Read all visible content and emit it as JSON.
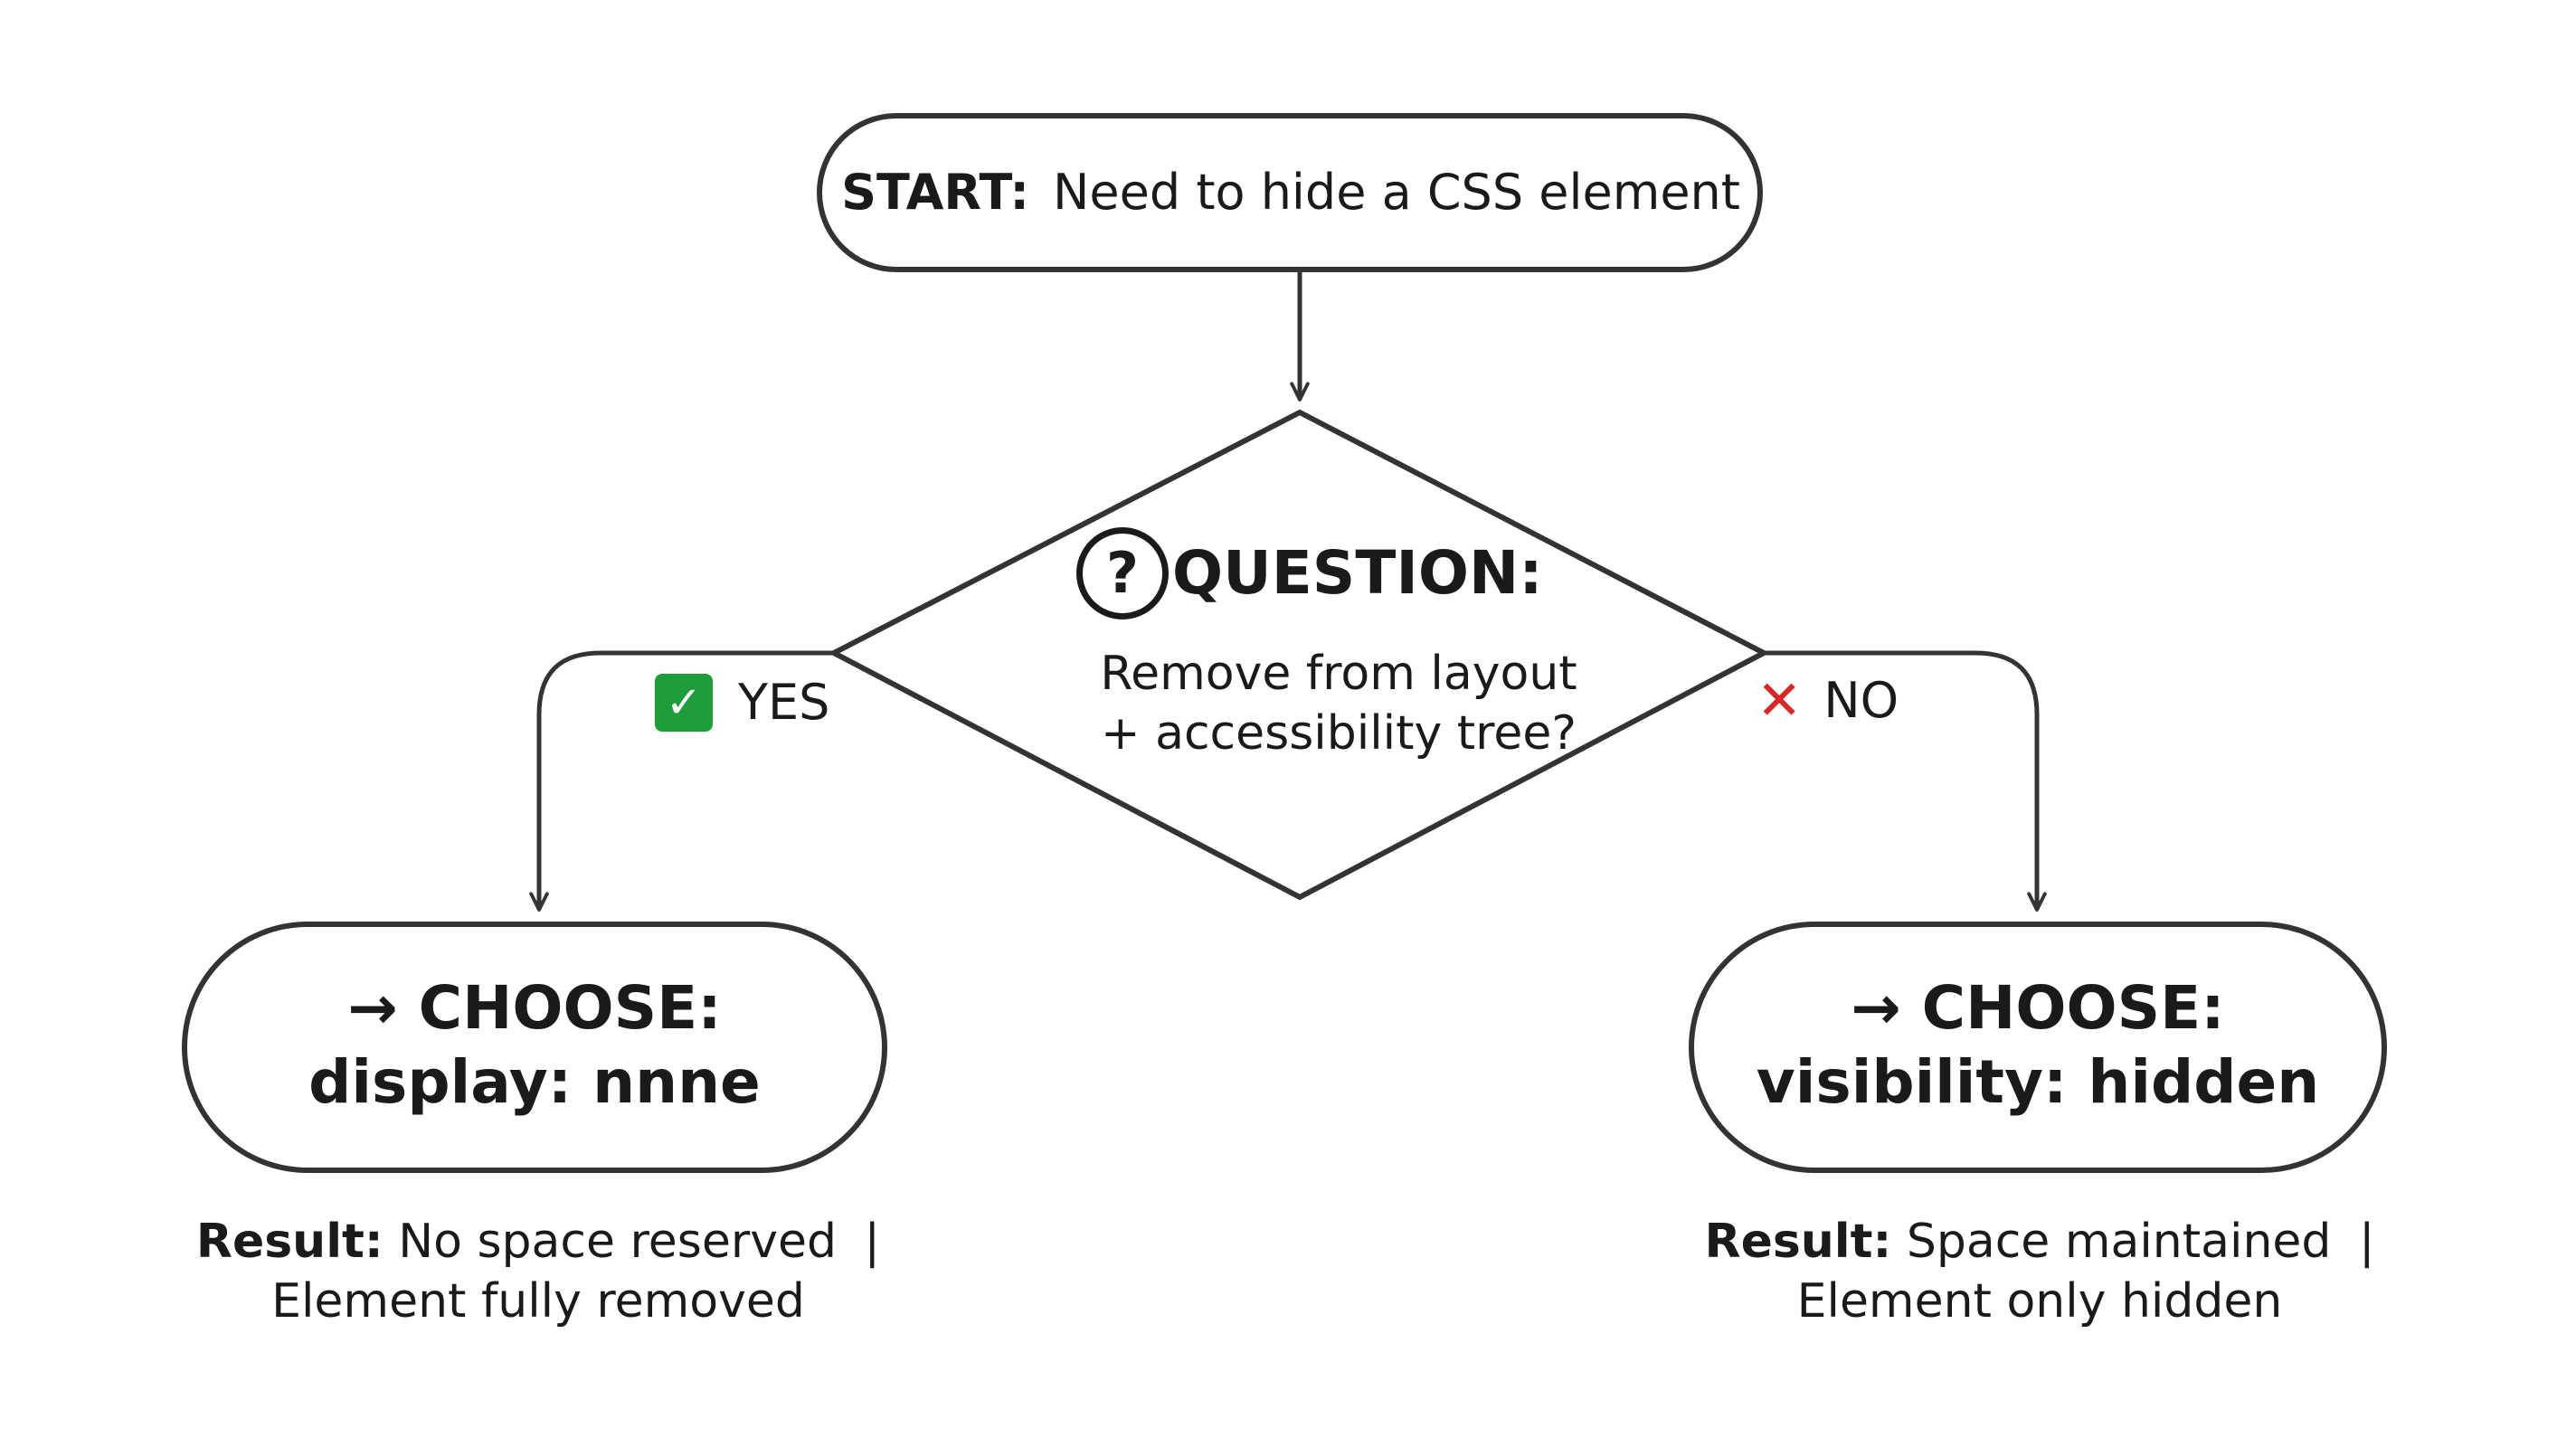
{
  "start": {
    "label": "START:",
    "text": "Need to hide a CSS element"
  },
  "question": {
    "label": "QUESTION:",
    "icon": "question-circle-icon",
    "line1": "Remove from layout",
    "line2": "+ accessibility tree?"
  },
  "branches": {
    "yes": {
      "label": "YES",
      "icon": "check-box-icon",
      "color": "#1e9e3a"
    },
    "no": {
      "label": "NO",
      "icon": "cross-icon",
      "color": "#d62828"
    }
  },
  "left": {
    "choose_line1": "→ CHOOSE:",
    "choose_line2": "display: nnne",
    "result_label": "Result:",
    "result_line1": "No space reserved",
    "separator": "|",
    "result_line2": "Element fully removed"
  },
  "right": {
    "choose_line1": "→ CHOOSE:",
    "choose_line2": "visibility: hidden",
    "result_label": "Result:",
    "result_line1": "Space maintained",
    "separator": "|",
    "result_line2": "Element only hidden"
  }
}
